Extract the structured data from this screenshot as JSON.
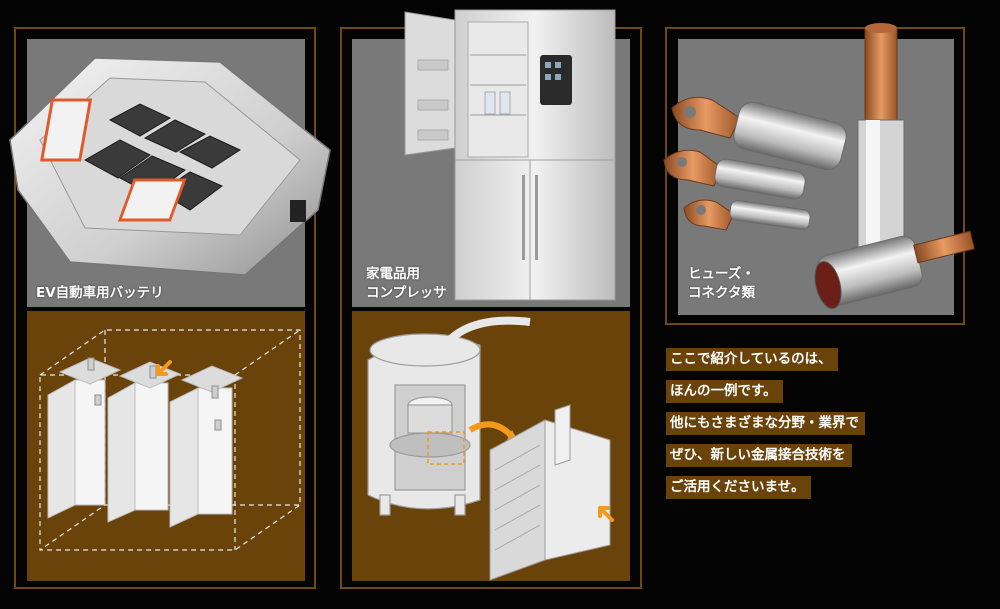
{
  "panels": {
    "ev_battery": {
      "label": "EV自動車用バッテリ"
    },
    "compressor": {
      "label": "家電品用\nコンプレッサ"
    },
    "fuse": {
      "label": "ヒューズ・\nコネクタ類"
    }
  },
  "message": {
    "lines": [
      "ここで紹介しているのは、",
      "ほんの一例です。",
      "他にもさまざまな分野・業界で",
      "ぜひ、新しい金属接合技術を",
      "ご活用くださいませ。"
    ]
  },
  "colors": {
    "background": "#050404",
    "panel_gray": "#7a7979",
    "panel_brown": "#6a430a",
    "accent_orange": "#f39a1c",
    "copper": "#c8733a"
  }
}
